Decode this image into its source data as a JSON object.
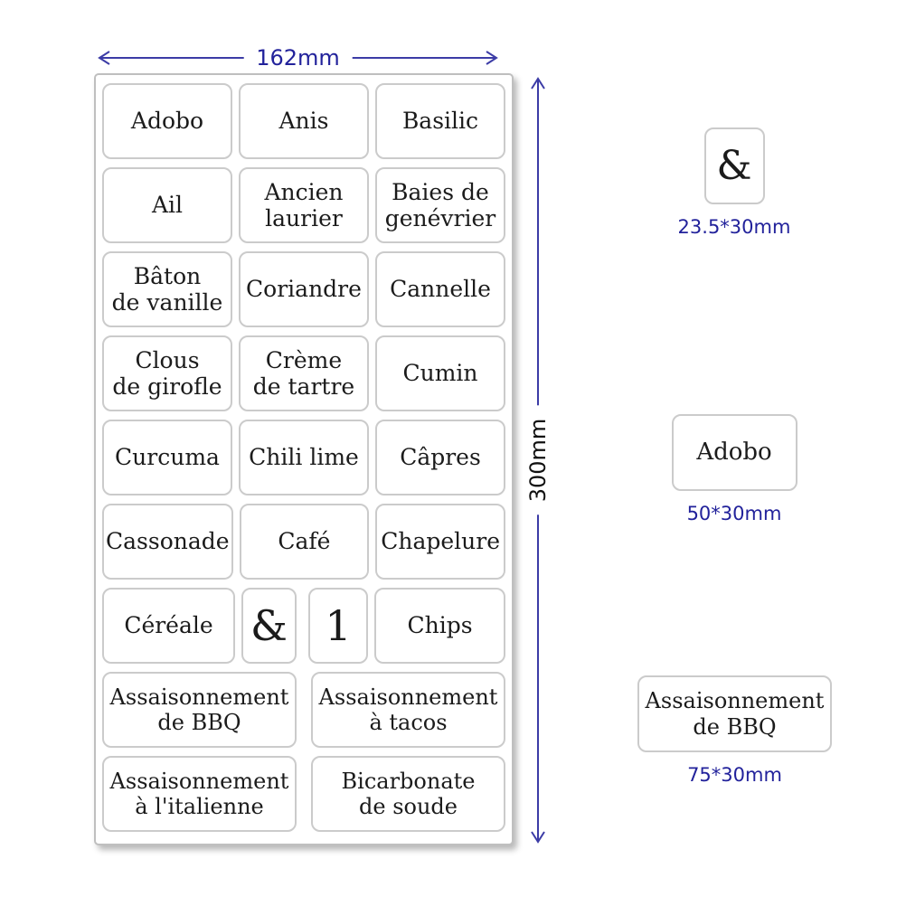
{
  "dimensions": {
    "width_label": "162mm",
    "height_label": "300mm"
  },
  "sheet": {
    "rows": [
      {
        "cells": [
          "Adobo",
          "Anis",
          "Basilic"
        ]
      },
      {
        "cells": [
          "Ail",
          "Ancien\nlaurier",
          "Baies de\ngenévrier"
        ]
      },
      {
        "cells": [
          "Bâton\nde vanille",
          "Coriandre",
          "Cannelle"
        ]
      },
      {
        "cells": [
          "Clous\nde girofle",
          "Crème\nde tartre",
          "Cumin"
        ]
      },
      {
        "cells": [
          "Curcuma",
          "Chili lime",
          "Câpres"
        ]
      },
      {
        "cells": [
          "Cassonade",
          "Café",
          "Chapelure"
        ]
      },
      {
        "cells": [
          "Céréale",
          "&",
          "1",
          "Chips"
        ]
      },
      {
        "cells": [
          "Assaisonnement\nde BBQ",
          "Assaisonnement\nà tacos"
        ]
      },
      {
        "cells": [
          "Assaisonnement\nà l'italienne",
          "Bicarbonate\nde soude"
        ]
      }
    ]
  },
  "samples": [
    {
      "text": "&",
      "size_label": "23.5*30mm"
    },
    {
      "text": "Adobo",
      "size_label": "50*30mm"
    },
    {
      "text": "Assaisonnement\nde BBQ",
      "size_label": "75*30mm"
    }
  ],
  "colors": {
    "dimension_blue": "#22229b",
    "arrow_blue": "#3c3ca6",
    "label_text": "#1b1b1b"
  }
}
